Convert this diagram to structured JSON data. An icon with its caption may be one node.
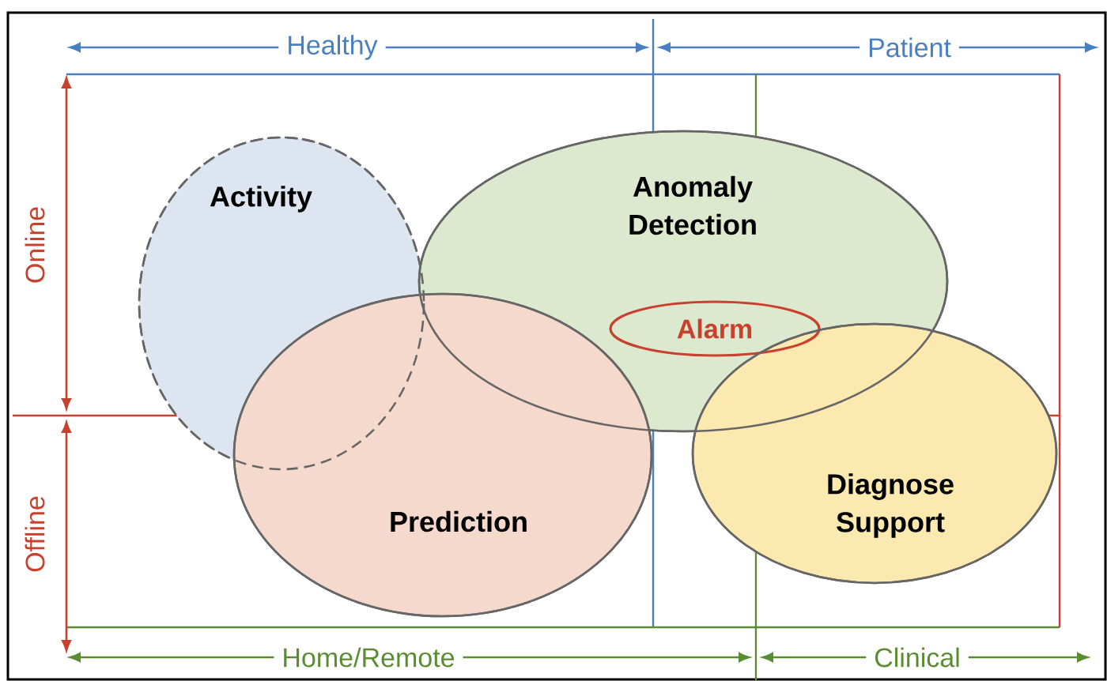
{
  "diagram": {
    "nodes": [
      {
        "text": [
          "Activity"
        ]
      },
      {
        "text": [
          "Anomaly Detection"
        ]
      },
      {
        "text": [
          "Prediction"
        ]
      },
      {
        "text": [
          "Diagnose Support"
        ]
      },
      {
        "text": [
          "Alarm"
        ],
        "in": 1
      }
    ],
    "labels": [
      "Healthy",
      "Patient",
      "Online",
      "Offline",
      "Home/Remote",
      "Clinical"
    ]
  }
}
